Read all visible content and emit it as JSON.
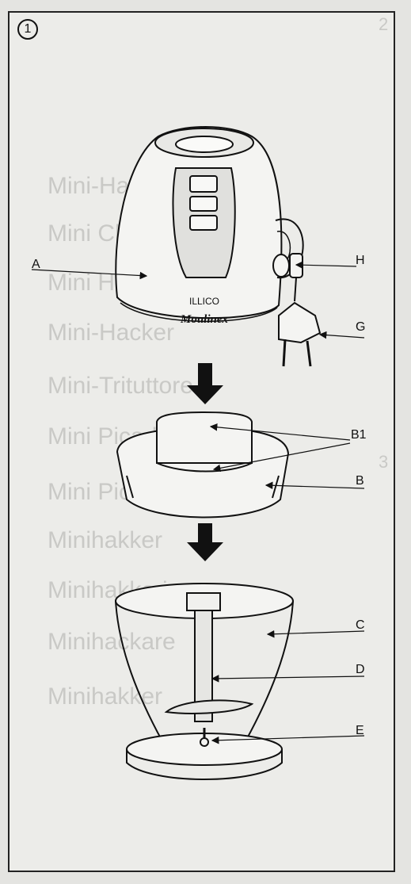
{
  "figure": {
    "step_number": "1",
    "brand_text": "ILLICO",
    "logo_text": "Moulinex"
  },
  "labels": {
    "A": "A",
    "H": "H",
    "G": "G",
    "B1": "B1",
    "B": "B",
    "C": "C",
    "D": "D",
    "E": "E"
  },
  "bleed_through": {
    "lines": [
      "Mini-Hachoir",
      "Mini Chopper",
      "Mini Hacker",
      "Mini-Hacker",
      "Mini-Trituttore",
      "Mini Picadora",
      "Mini Picadora",
      "Minihakker",
      "Minihakkeri",
      "Minihackare",
      "Minihakker"
    ],
    "marker": "2",
    "marker2": "3"
  },
  "colors": {
    "ink": "#111111",
    "paper": "#ecece9",
    "ghost": "#c9c9c6"
  }
}
